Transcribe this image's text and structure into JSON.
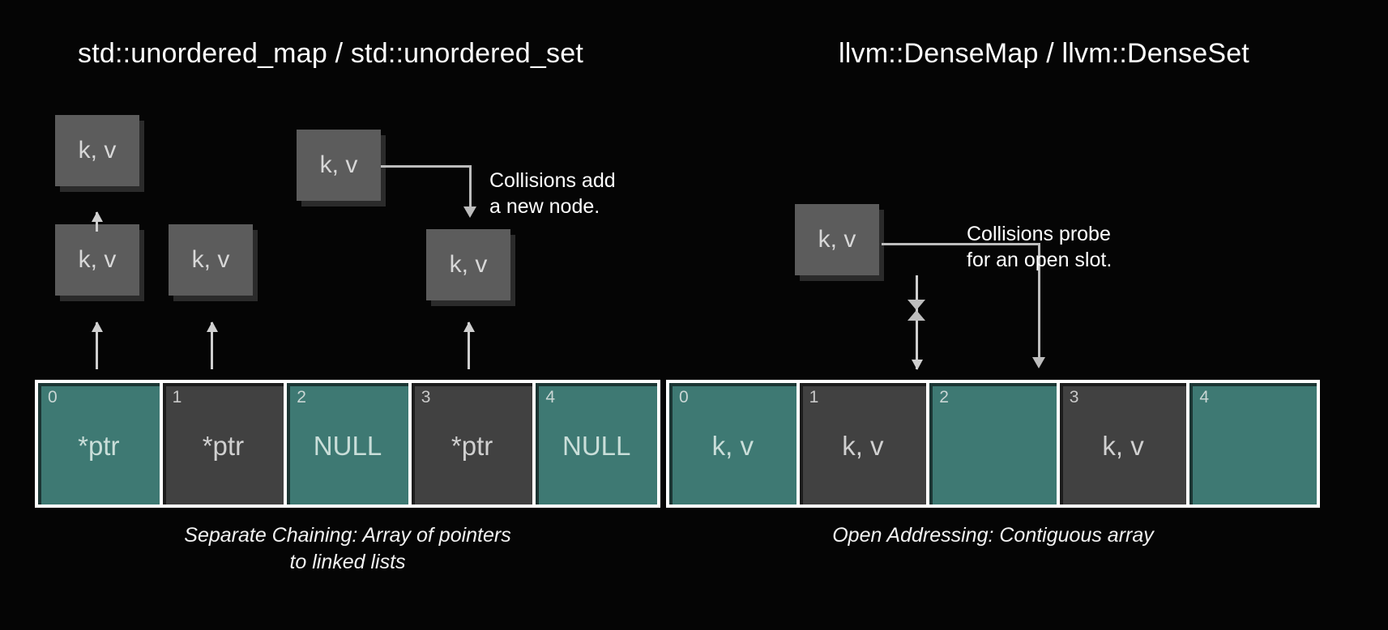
{
  "background_color": "#050505",
  "colors": {
    "teal_slot": "#3e7973",
    "dark_slot": "#414141",
    "node_gray": "#5c5c5c",
    "node_shadow": "#2b2b2b",
    "arrow_gray": "#bdbdbd",
    "border_white": "#ffffff",
    "text_white": "#ffffff"
  },
  "left_panel": {
    "title": "std::unordered_map / std::unordered_set",
    "nodes": [
      {
        "label": "k, v"
      },
      {
        "label": "k, v"
      },
      {
        "label": "k, v"
      },
      {
        "label": "k, v"
      },
      {
        "label": "k, v"
      }
    ],
    "annotation": "Collisions add\na new node.",
    "array": {
      "slots": [
        {
          "index": "0",
          "value": "*ptr",
          "color": "teal"
        },
        {
          "index": "1",
          "value": "*ptr",
          "color": "dark"
        },
        {
          "index": "2",
          "value": "NULL",
          "color": "teal"
        },
        {
          "index": "3",
          "value": "*ptr",
          "color": "dark"
        },
        {
          "index": "4",
          "value": "NULL",
          "color": "teal"
        }
      ]
    },
    "caption": "Separate Chaining: Array of pointers\nto linked lists"
  },
  "right_panel": {
    "title": "llvm::DenseMap / llvm::DenseSet",
    "nodes": [
      {
        "label": "k, v"
      }
    ],
    "annotation": "Collisions probe\nfor an open slot.",
    "array": {
      "slots": [
        {
          "index": "0",
          "value": "k, v",
          "color": "teal"
        },
        {
          "index": "1",
          "value": "k, v",
          "color": "dark"
        },
        {
          "index": "2",
          "value": "",
          "color": "teal"
        },
        {
          "index": "3",
          "value": "k, v",
          "color": "dark"
        },
        {
          "index": "4",
          "value": "",
          "color": "teal"
        }
      ]
    },
    "caption": "Open Addressing: Contiguous array"
  }
}
